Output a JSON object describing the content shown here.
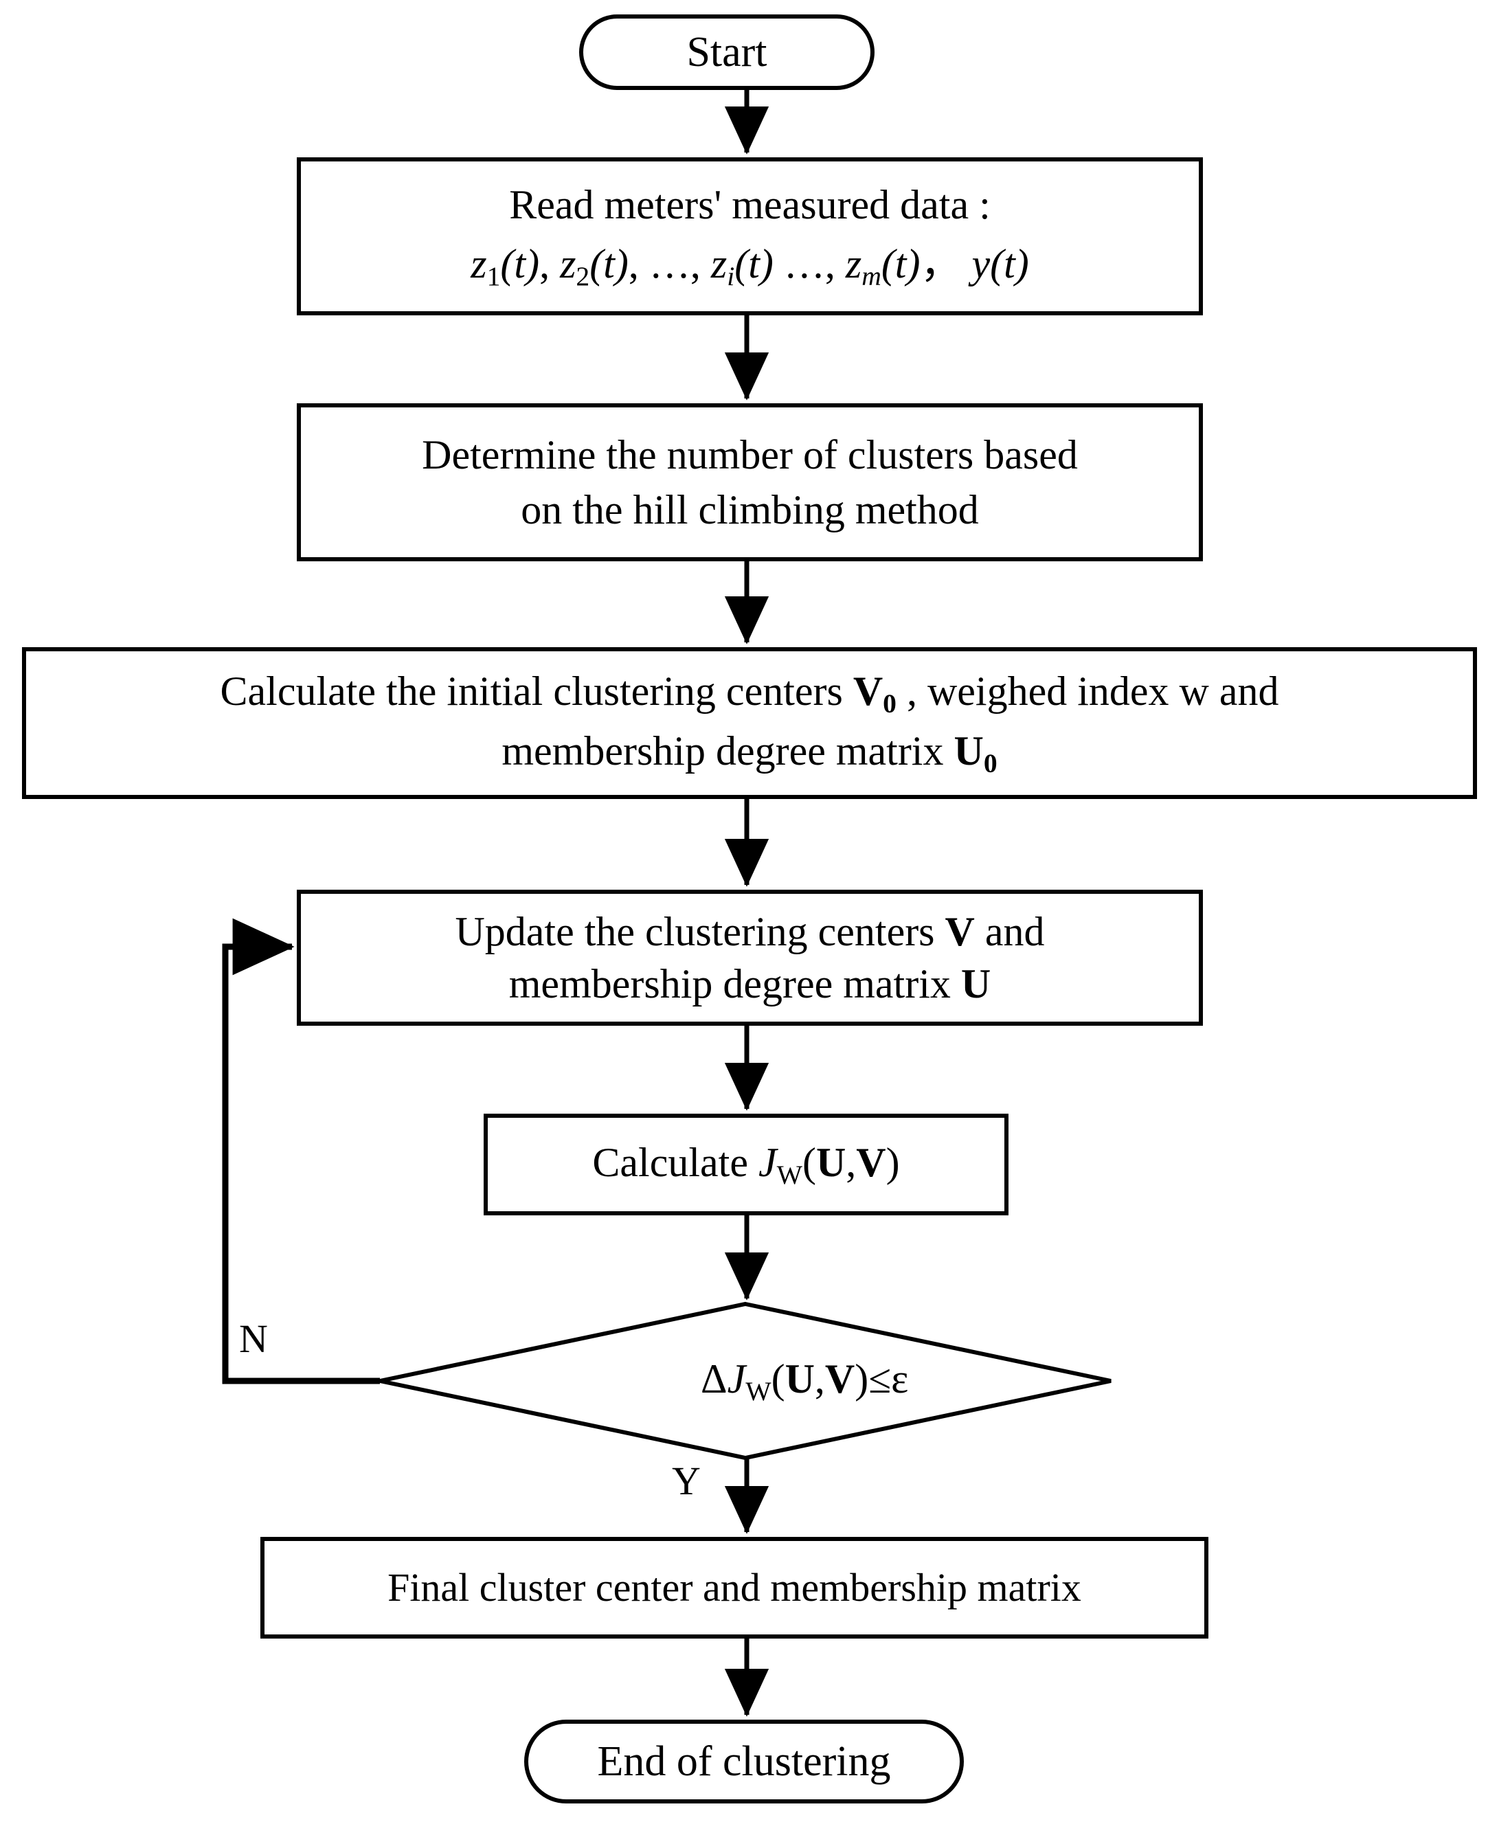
{
  "diagram": {
    "title": "Fuzzy clustering algorithm flowchart",
    "type": "flowchart",
    "stroke_color": "#000000",
    "fill_color": "#ffffff",
    "background": "#ffffff"
  },
  "nodes": {
    "start": {
      "shape": "stadium",
      "label": "Start"
    },
    "read_data": {
      "shape": "rectangle",
      "line1": "Read meters' measured data :",
      "line2_plain": "z1(t), z2(t), …, zi(t) …, zm(t)，y(t)"
    },
    "determine_clusters": {
      "shape": "rectangle",
      "line1": "Determine the number of clusters based",
      "line2": "on the hill climbing method"
    },
    "initial_centers": {
      "shape": "rectangle",
      "line1_plain": "Calculate the initial clustering centers V0 , weighed index w and",
      "line2_plain": "membership degree matrix U0"
    },
    "update_centers": {
      "shape": "rectangle",
      "line1_plain": "Update the clustering centers V and",
      "line2_plain": "membership degree matrix U"
    },
    "calculate_j": {
      "shape": "rectangle",
      "label_plain": "Calculate JW(U,V)"
    },
    "decision": {
      "shape": "diamond",
      "label_plain": "ΔJW(U,V)≤ε"
    },
    "final_result": {
      "shape": "rectangle",
      "label": "Final cluster center and membership matrix"
    },
    "end": {
      "shape": "stadium",
      "label": "End of clustering"
    }
  },
  "edge_labels": {
    "no": "N",
    "yes": "Y"
  }
}
